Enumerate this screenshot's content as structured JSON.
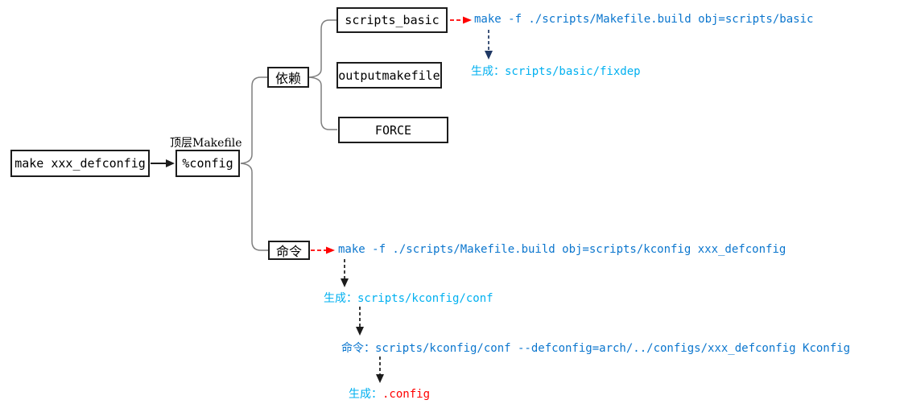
{
  "diagram": {
    "boxes": {
      "make_defconfig": {
        "label": "make xxx_defconfig"
      },
      "config": {
        "label": "%config"
      },
      "deps": {
        "label": "依赖"
      },
      "scripts_basic": {
        "label": "scripts_basic"
      },
      "outputmakefile": {
        "label": "outputmakefile"
      },
      "force": {
        "label": "FORCE"
      },
      "cmd": {
        "label": "命令"
      }
    },
    "labels": {
      "top_makefile": "顶层Makefile"
    },
    "annotations": {
      "basic": {
        "command": "make -f ./scripts/Makefile.build obj=scripts/basic",
        "gen_label": "生成：",
        "gen_value": "scripts/basic/fixdep"
      },
      "kconfig": {
        "command": "make -f ./scripts/Makefile.build obj=scripts/kconfig xxx_defconfig",
        "gen_label": "生成：",
        "gen_value": "scripts/kconfig/conf",
        "cmd_label": "命令：",
        "cmd_value": "scripts/kconfig/conf --defconfig=arch/../configs/xxx_defconfig Kconfig",
        "result_label": "生成：",
        "result_value": ".config"
      }
    },
    "colors": {
      "command_blue": "#0b76ce",
      "generated_cyan": "#00b0f0",
      "result_red": "#ff0000",
      "flow_navy": "#1f3864",
      "brace_gray": "#7f7f7f",
      "line_black": "#1c1c1c"
    }
  }
}
